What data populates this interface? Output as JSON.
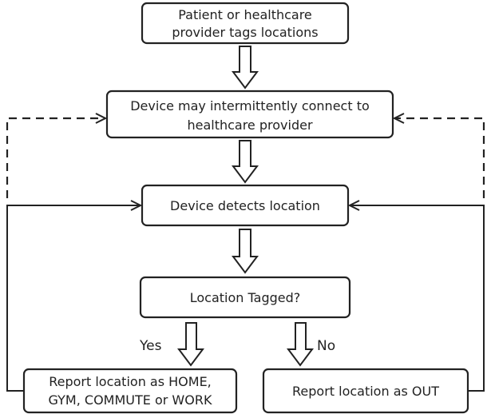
{
  "boxes": {
    "tag_locations": {
      "lines": [
        "Patient or healthcare",
        "provider tags locations"
      ]
    },
    "connect_provider": {
      "lines": [
        "Device may intermittently connect to",
        "healthcare provider"
      ]
    },
    "detect_location": {
      "lines": [
        "Device detects location"
      ]
    },
    "location_tagged": {
      "lines": [
        "Location Tagged?"
      ]
    },
    "report_tagged": {
      "lines": [
        "Report location as HOME,",
        "GYM, COMMUTE or WORK"
      ]
    },
    "report_out": {
      "lines": [
        "Report location as OUT"
      ]
    }
  },
  "edge_labels": {
    "yes": "Yes",
    "no": "No"
  }
}
